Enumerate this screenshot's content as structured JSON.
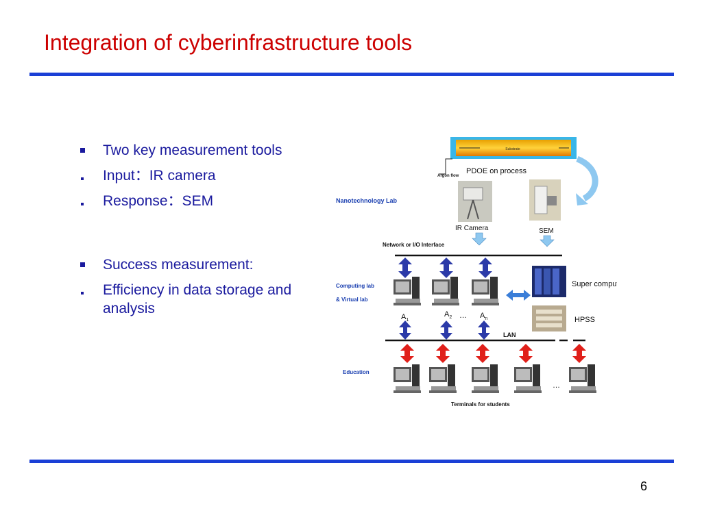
{
  "slide": {
    "title": "Integration of cyberinfrastructure tools",
    "page_number": "6"
  },
  "bullets": {
    "group1": [
      {
        "marker": "square-bullet",
        "text": "Two key measurement tools"
      },
      {
        "marker": "dot-bullet",
        "text": "Input：IR camera"
      },
      {
        "marker": "dot-bullet",
        "text": "Response：SEM"
      }
    ],
    "group2": [
      {
        "marker": "square-bullet",
        "text": "Success measurement:"
      },
      {
        "marker": "dot-bullet",
        "text": "Efficiency in data storage and analysis"
      }
    ]
  },
  "diagram": {
    "tube_label": "Substrate",
    "argon_flow": "Argon flow",
    "pdoe": "PDOE on process",
    "nano_lab": "Nanotechnology Lab",
    "ir_camera": "IR Camera",
    "sem": "SEM",
    "network": "Network or I/O Interface",
    "computing_lab": "Computing lab",
    "virtual_lab": "& Virtual lab",
    "super_computer": "Super computer",
    "hpss": "HPSS",
    "a1": "A",
    "a1_sub": "1",
    "a2": "A",
    "a2_sub": "2",
    "an": "A",
    "an_sub": "n",
    "ellipsis": "…",
    "lan": "LAN",
    "education": "Education",
    "terminals": "Terminals for students"
  },
  "colors": {
    "title": "#cc0000",
    "rule": "#1a3fd6",
    "bullet_text": "#1a1a9e",
    "blue_arrow": "#2b3aa8",
    "red_arrow": "#e0201a",
    "light_arrow": "#8ec8f0"
  }
}
